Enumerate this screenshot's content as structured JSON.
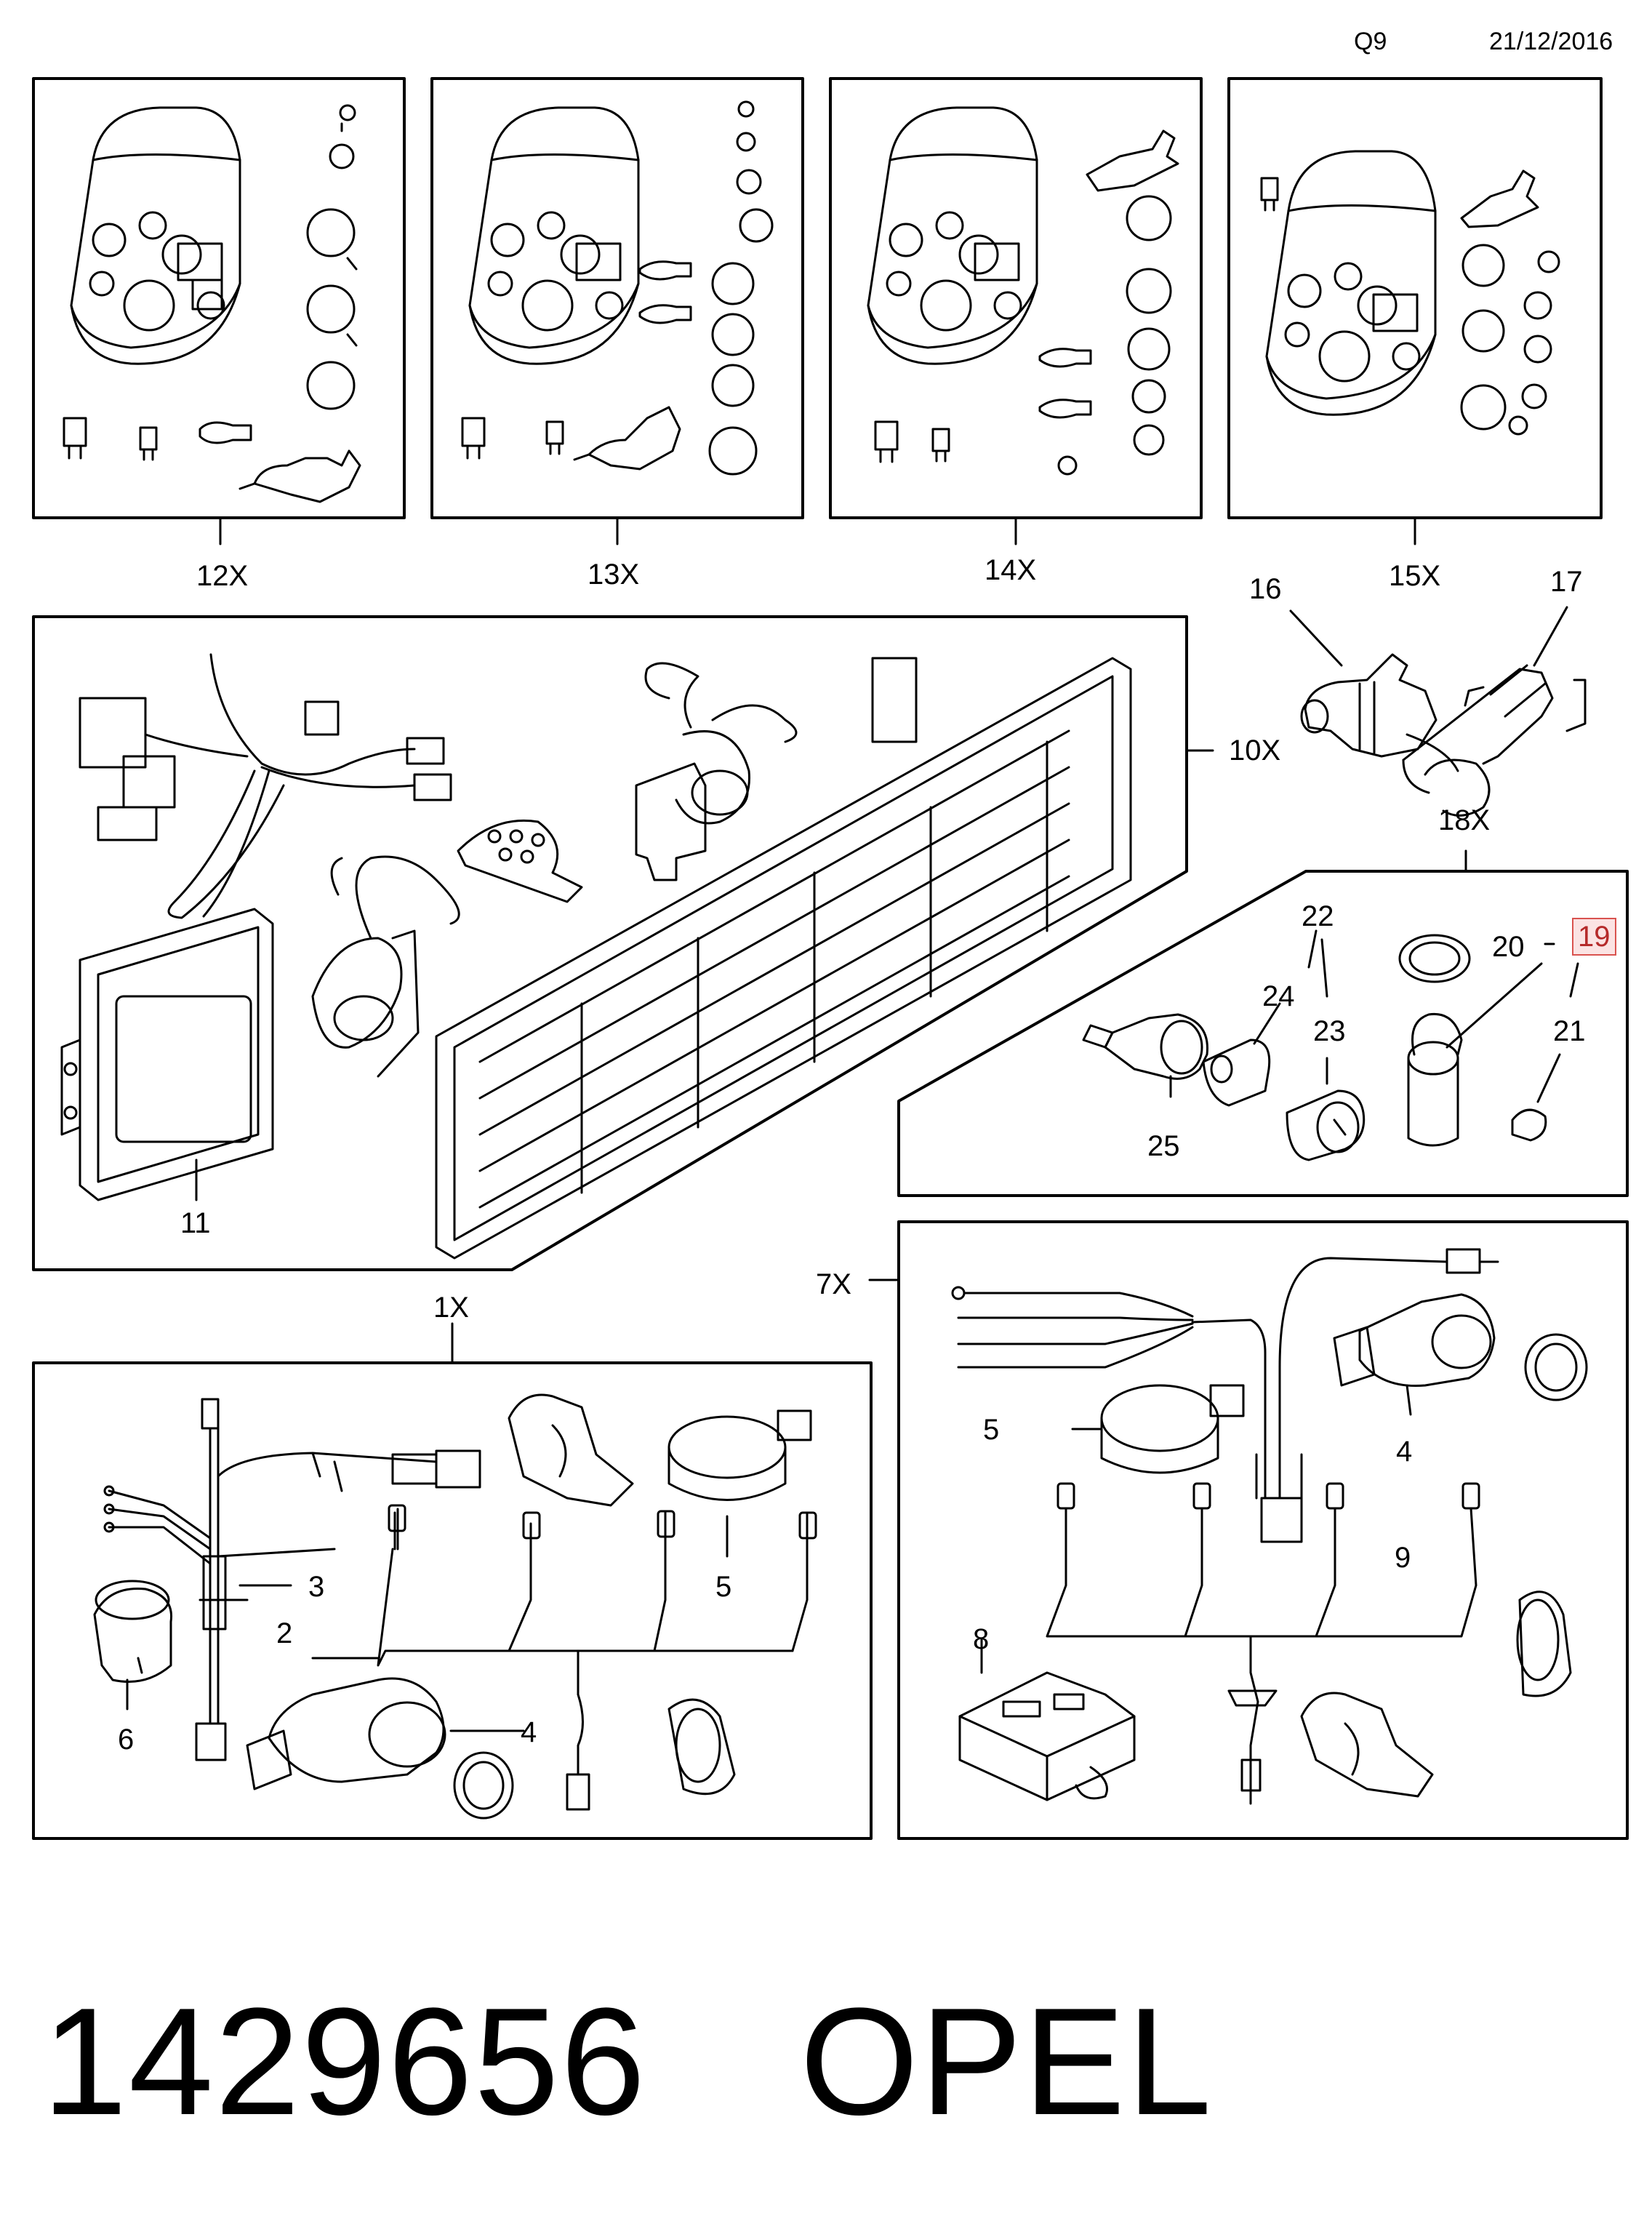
{
  "header": {
    "page_code": "Q9",
    "date": "21/12/2016"
  },
  "footer": {
    "part_number": "1429656",
    "brand": "OPEL"
  },
  "callouts": {
    "kit_12x": "12X",
    "kit_13x": "13X",
    "kit_14x": "14X",
    "kit_15x": "15X",
    "kit_10x": "10X",
    "kit_18x": "18X",
    "kit_1x": "1X",
    "kit_7x": "7X",
    "p16": "16",
    "p17": "17",
    "p11": "11",
    "p22": "22",
    "p24": "24",
    "p23": "23",
    "p25": "25",
    "p20": "20",
    "p19": "19",
    "p21": "21",
    "p3": "3",
    "p2": "2",
    "p6": "6",
    "p4_1x": "4",
    "p5_1x": "5",
    "p5_7x": "5",
    "p4_7x": "4",
    "p9": "9",
    "p8": "8"
  },
  "highlight_color": "#d9534f"
}
